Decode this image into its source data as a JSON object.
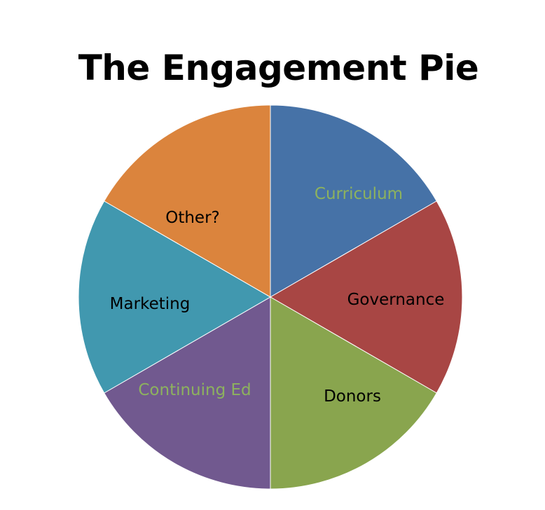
{
  "chart_data": {
    "type": "pie",
    "title": "The Engagement Pie",
    "slices": [
      {
        "label": "Curriculum",
        "value": 1,
        "color": "#4672A7",
        "label_color": "#8DB25E"
      },
      {
        "label": "Governance",
        "value": 1,
        "color": "#A84644",
        "label_color": "#000000"
      },
      {
        "label": "Donors",
        "value": 1,
        "color": "#89A54E",
        "label_color": "#000000"
      },
      {
        "label": "Continuing Ed",
        "value": 1,
        "color": "#71598F",
        "label_color": "#8DB25E"
      },
      {
        "label": "Marketing",
        "value": 1,
        "color": "#4198AF",
        "label_color": "#000000"
      },
      {
        "label": "Other?",
        "value": 1,
        "color": "#DB843D",
        "label_color": "#000000"
      }
    ],
    "legend": "none"
  }
}
